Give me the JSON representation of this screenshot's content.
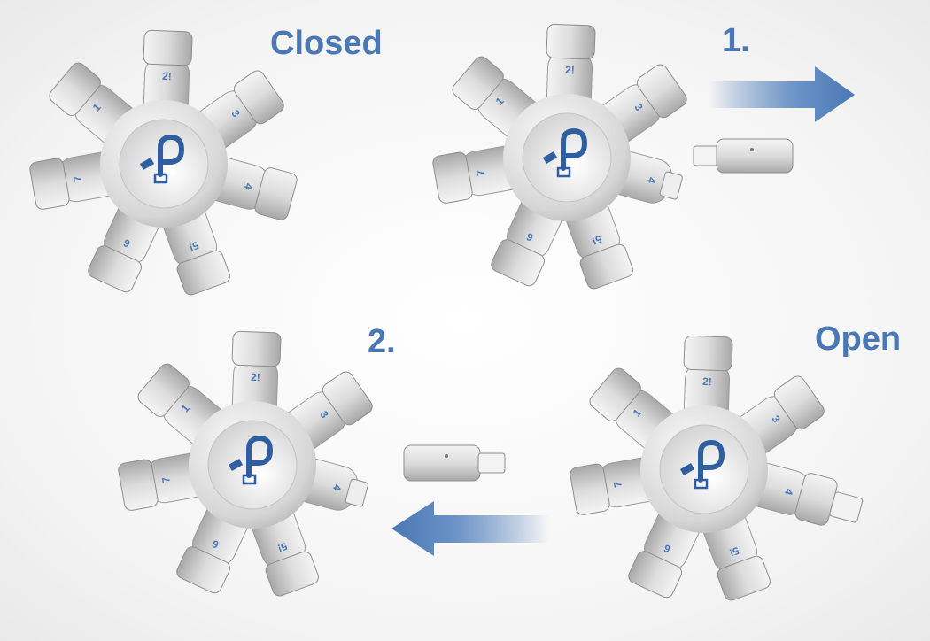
{
  "captions": {
    "closed": "Closed",
    "step1": "1.",
    "step2": "2.",
    "open": "Open"
  },
  "arm_labels": [
    "1",
    "2!",
    "3",
    "4",
    "5!",
    "6",
    "7"
  ],
  "colors": {
    "accent": "#4a78b5",
    "body": "#d8d8d8",
    "logo": "#2f5fa0"
  },
  "devices": [
    {
      "name": "closed",
      "plug": "attached"
    },
    {
      "name": "step1",
      "plug": "removed"
    },
    {
      "name": "step2",
      "plug": "removed"
    },
    {
      "name": "open",
      "plug": "reversed"
    }
  ]
}
